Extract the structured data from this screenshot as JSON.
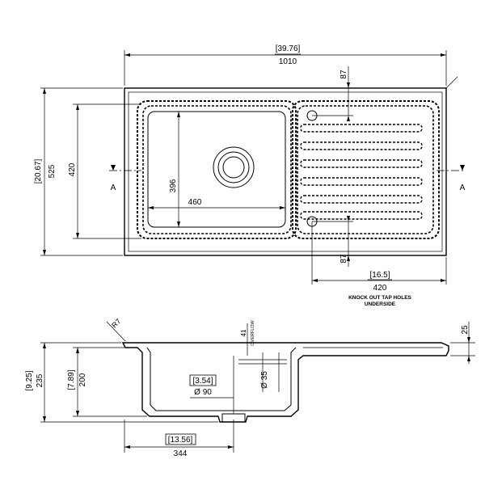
{
  "top_view": {
    "overall_width_in": "[39.76]",
    "overall_width_mm": "1010",
    "overall_depth_in": "[20.67]",
    "overall_depth_mm": "525",
    "bowl_depth_mm": "420",
    "bowl_inner_depth_mm": "396",
    "bowl_width_mm": "460",
    "tap_hole_offset_top_mm": "87",
    "tap_hole_offset_bottom_mm": "87",
    "tap_hole_spacing_in": "[16.5]",
    "tap_hole_spacing_mm": "420",
    "tap_note_line1": "KNOCK OUT TAP HOLES",
    "tap_note_line2": "UNDERSIDE",
    "section_mark_left": "A",
    "section_mark_right": "A"
  },
  "section_view": {
    "angle_mark": "R7",
    "overflow_dim_mm": "41",
    "overflow_label": "OVERFLOW",
    "deck_thickness_mm": "25",
    "overall_height_in": "[9.25]",
    "overall_height_mm": "235",
    "bowl_height_in": "[7.89]",
    "bowl_height_mm": "200",
    "waste_offset_in": "[3.54]",
    "waste_diameter": "Ø 90",
    "overflow_diameter": "Ø 35",
    "bowl_width_in": "[13.56]",
    "bowl_width_mm": "344"
  },
  "colors": {
    "line": "#000000",
    "background": "#ffffff"
  }
}
